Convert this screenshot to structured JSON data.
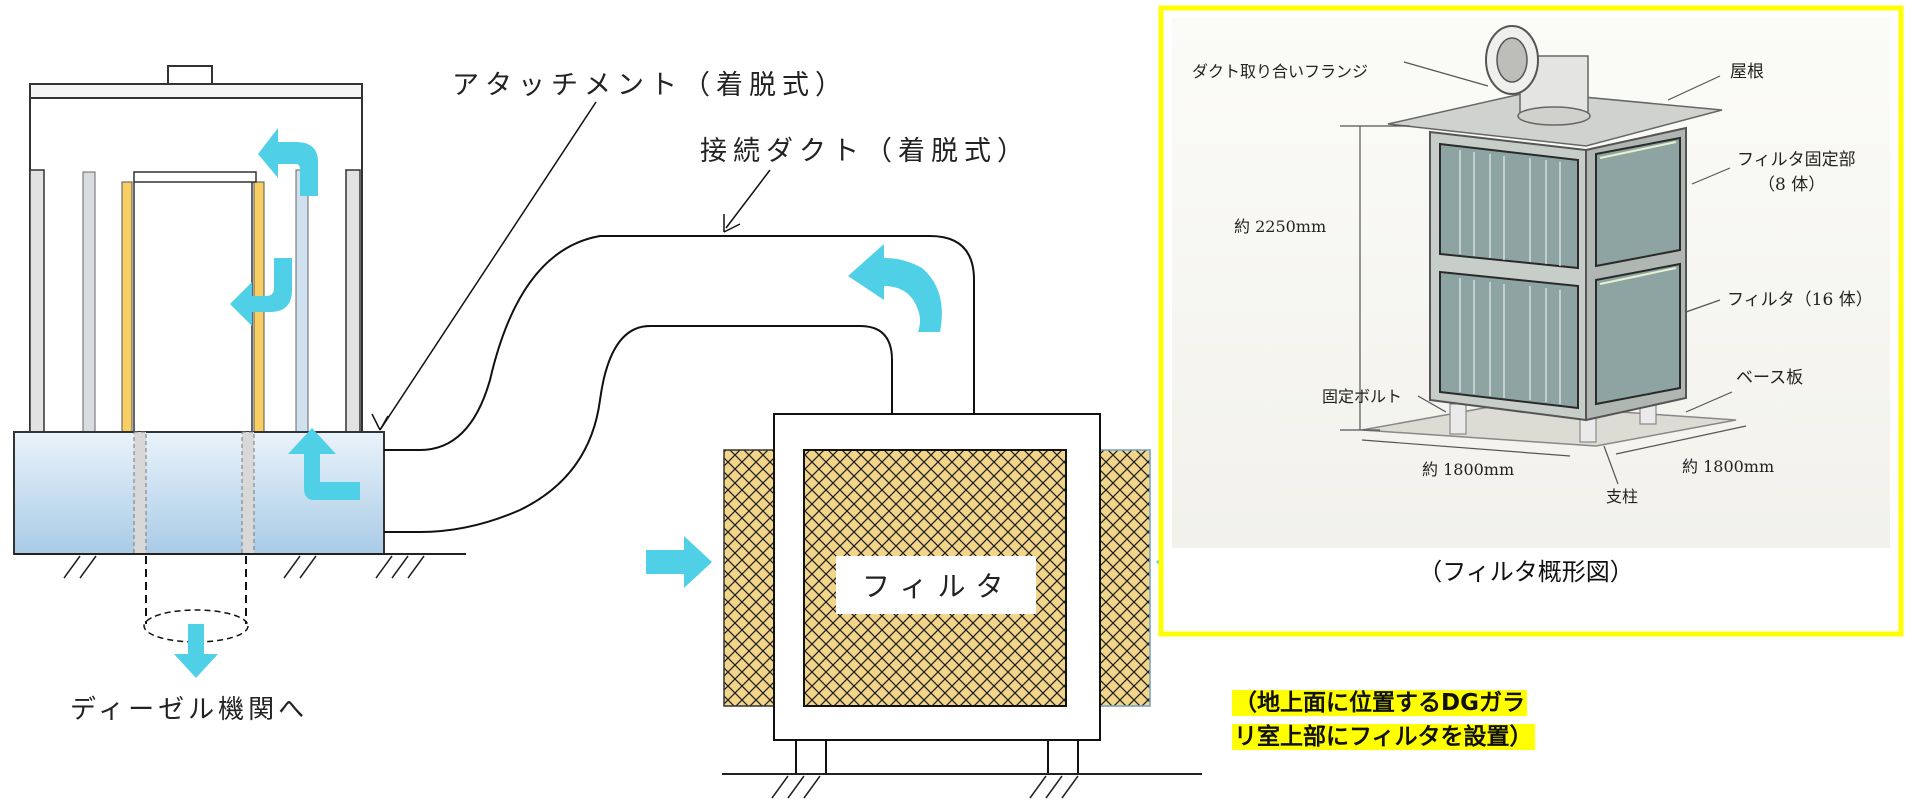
{
  "labels": {
    "attachment": "アタッチメント（着脱式）",
    "duct": "接続ダクト（着脱式）",
    "filter": "フィルタ",
    "to_engine": "ディーゼル機関へ"
  },
  "photo": {
    "caption": "（フィルタ概形図）",
    "flange": "ダクト取り合いフランジ",
    "roof": "屋根",
    "filter_fixing": "フィルタ固定部",
    "filter_fixing_count": "（8 体）",
    "height": "約 2250mm",
    "filter": "フィルタ（16 体）",
    "base_plate": "ベース板",
    "bolt": "固定ボルト",
    "width_left": "約 1800mm",
    "width_right": "約 1800mm",
    "post": "支柱"
  },
  "note": {
    "line1": "（地上面に位置するDGガラ",
    "line2": "リ室上部にフィルタを設置）"
  },
  "colors": {
    "arrow": "#4fd0e6",
    "highlight_border": "#ffff00",
    "filter_fill": "#f3d58a",
    "base_box": "#cfe3f3"
  }
}
